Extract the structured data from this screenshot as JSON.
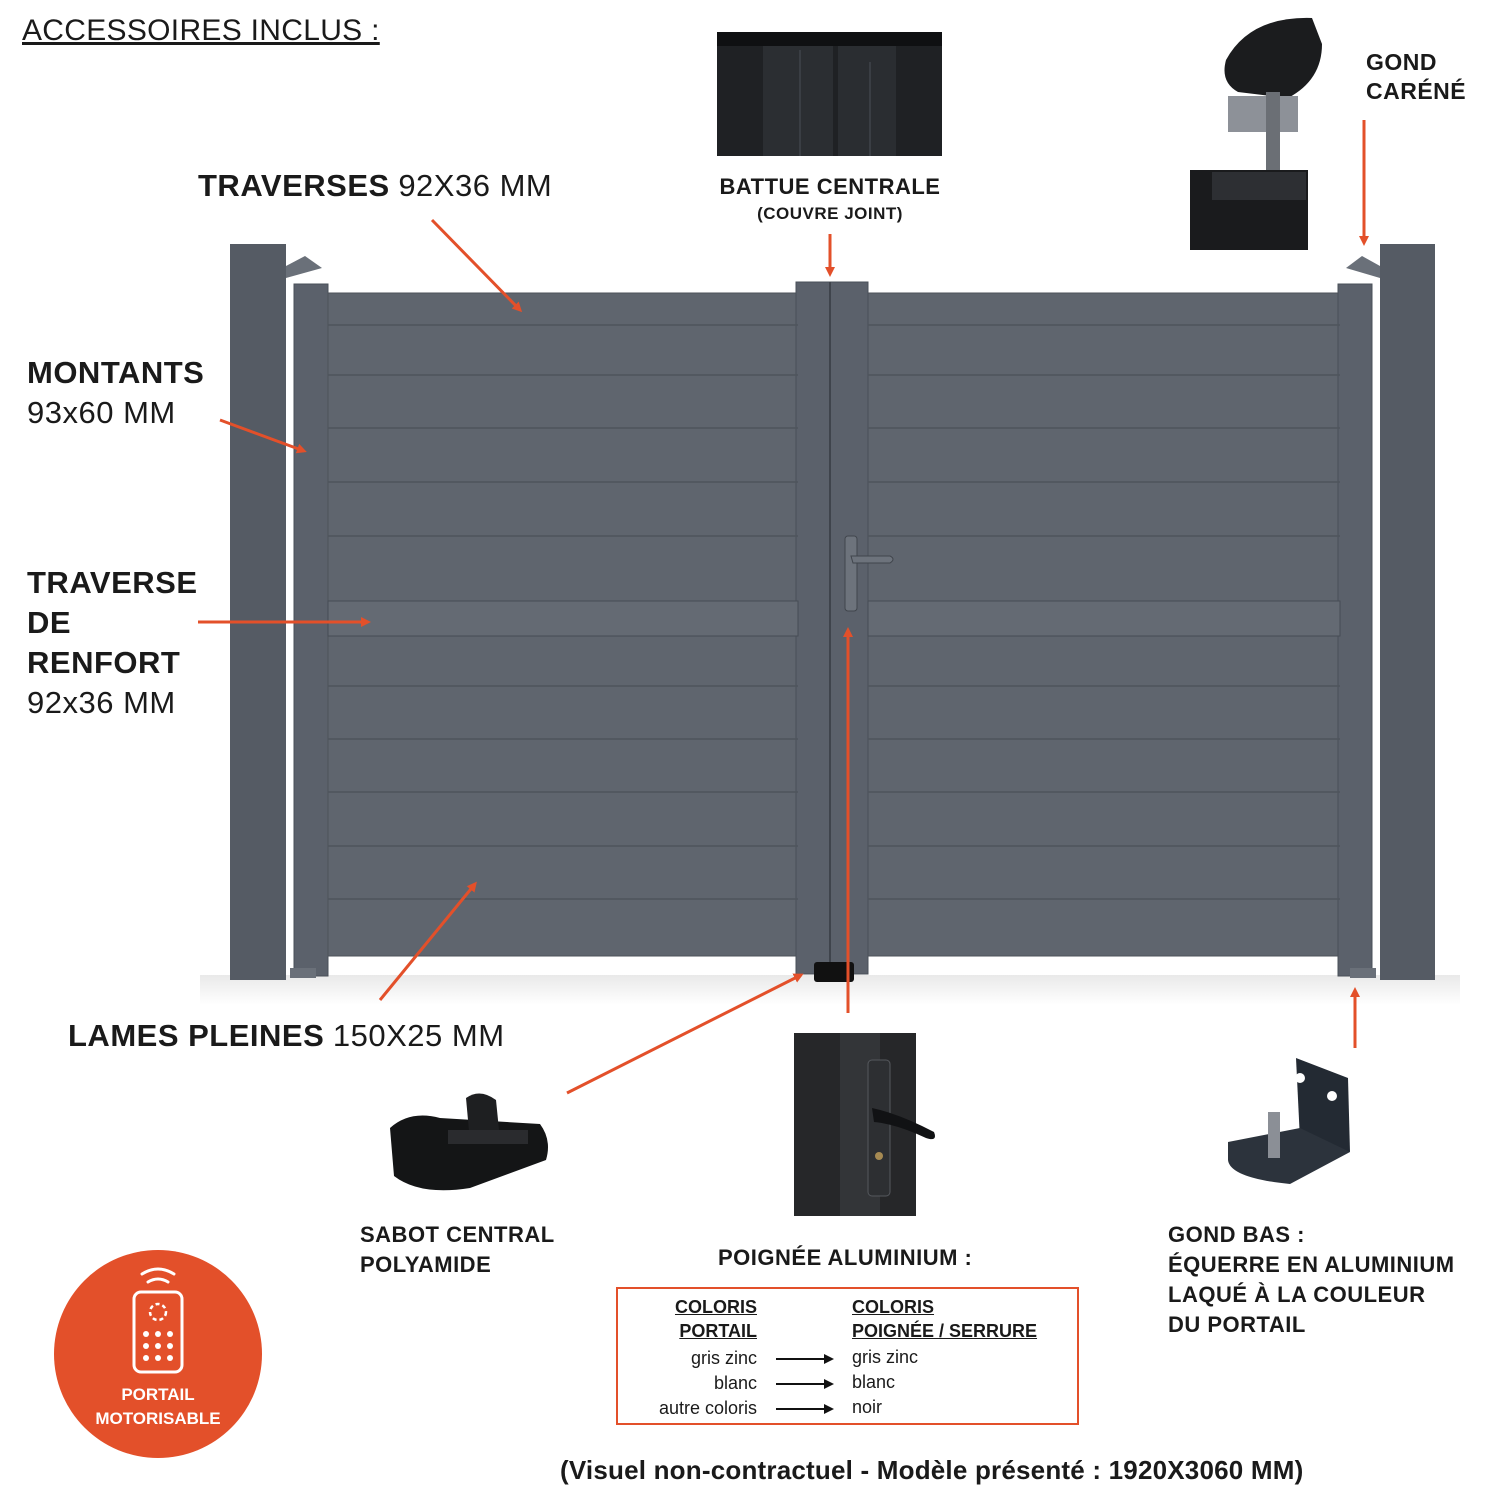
{
  "header": {
    "title": "ACCESSOIRES INCLUS :"
  },
  "labels": {
    "traverses_bold": "TRAVERSES",
    "traverses_dim": "92X36 MM",
    "battue_main": "BATTUE CENTRALE",
    "battue_sub": "(COUVRE JOINT)",
    "gond_line1": "GOND",
    "gond_line2": "CARÉNÉ",
    "montants_bold": "MONTANTS",
    "montants_dim": "93x60 MM",
    "renfort_line1": "TRAVERSE",
    "renfort_line2": "DE",
    "renfort_line3": "RENFORT",
    "renfort_dim": "92x36 MM",
    "lames_bold": "LAMES PLEINES",
    "lames_dim": "150X25 MM",
    "sabot_line1": "SABOT CENTRAL",
    "sabot_line2": "POLYAMIDE",
    "poignee_title": "POIGNÉE ALUMINIUM :",
    "gondbas_line1": "GOND BAS :",
    "gondbas_line2": "ÉQUERRE EN ALUMINIUM",
    "gondbas_line3": "LAQUÉ À LA COULEUR",
    "gondbas_line4": "DU PORTAIL"
  },
  "color_table": {
    "header_left_1": "COLORIS",
    "header_left_2": "PORTAIL",
    "header_right_1": "COLORIS",
    "header_right_2": "POIGNÉE / SERRURE",
    "rows": [
      {
        "portail": "gris zinc",
        "poignee": "gris zinc"
      },
      {
        "portail": "blanc",
        "poignee": "blanc"
      },
      {
        "portail": "autre coloris",
        "poignee": "noir"
      }
    ]
  },
  "badge": {
    "line1": "PORTAIL",
    "line2": "MOTORISABLE"
  },
  "caption": "(Visuel non-contractuel - Modèle présenté : 1920X3060 MM)",
  "colors": {
    "accent": "#e3502a",
    "gate": "#5b616b",
    "gate_dark": "#4d535c",
    "post": "#555b64"
  },
  "icons": [
    "remote-control-icon",
    "signal-waves-icon",
    "arrow-right-icon"
  ]
}
